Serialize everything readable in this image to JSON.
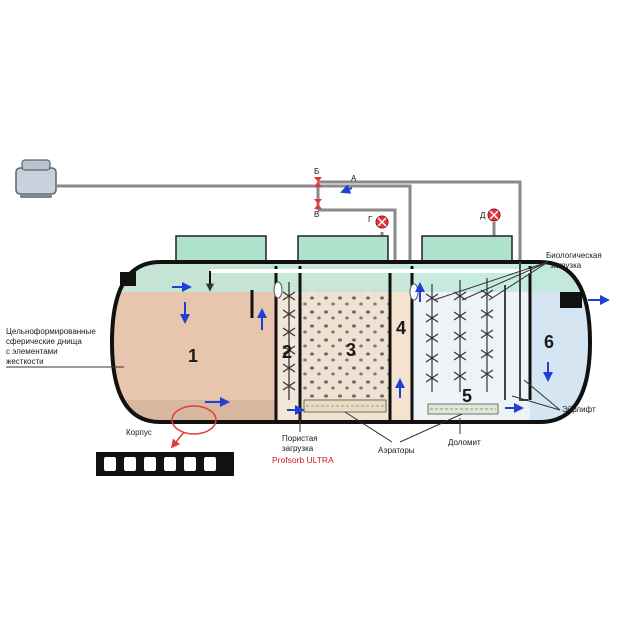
{
  "zones": {
    "z1": "1",
    "z2": "2",
    "z3": "3",
    "z4": "4",
    "z5": "5",
    "z6": "6"
  },
  "valves": {
    "b": "Б",
    "a": "А",
    "v": "В",
    "g": "Г",
    "d": "Д"
  },
  "labels": {
    "bottoms": [
      "Цельноформированные",
      "сферические днища",
      "с элементами",
      "жесткости"
    ],
    "housing": "Корпус",
    "porous": [
      "Пористая",
      "загрузка"
    ],
    "profsorb": "Profsorb ULTRA",
    "aerators": "Аэраторы",
    "dolomite": "Доломит",
    "bioload": [
      "Биологическая",
      "загрузка"
    ],
    "airlift": "Эйрлифт"
  },
  "colors": {
    "tank_outline": "#111111",
    "zone1_fill": "#e8c6ae",
    "zone1_bottom": "#d7b89e",
    "zone2_fill": "#f2e6d8",
    "zone3_fill": "#efe2d2",
    "zone4_fill": "#f4e3cf",
    "zone5_fill": "#eef3f8",
    "zone6_fill": "#d5e6f2",
    "lid_green": "#aee2cd",
    "lid_top_band": "#bfe9da",
    "flow_arrow": "#1f3fd6",
    "valve_red": "#e8333a",
    "pipe": "#8a8a8a",
    "highlight_circle": "#e23c3c"
  }
}
